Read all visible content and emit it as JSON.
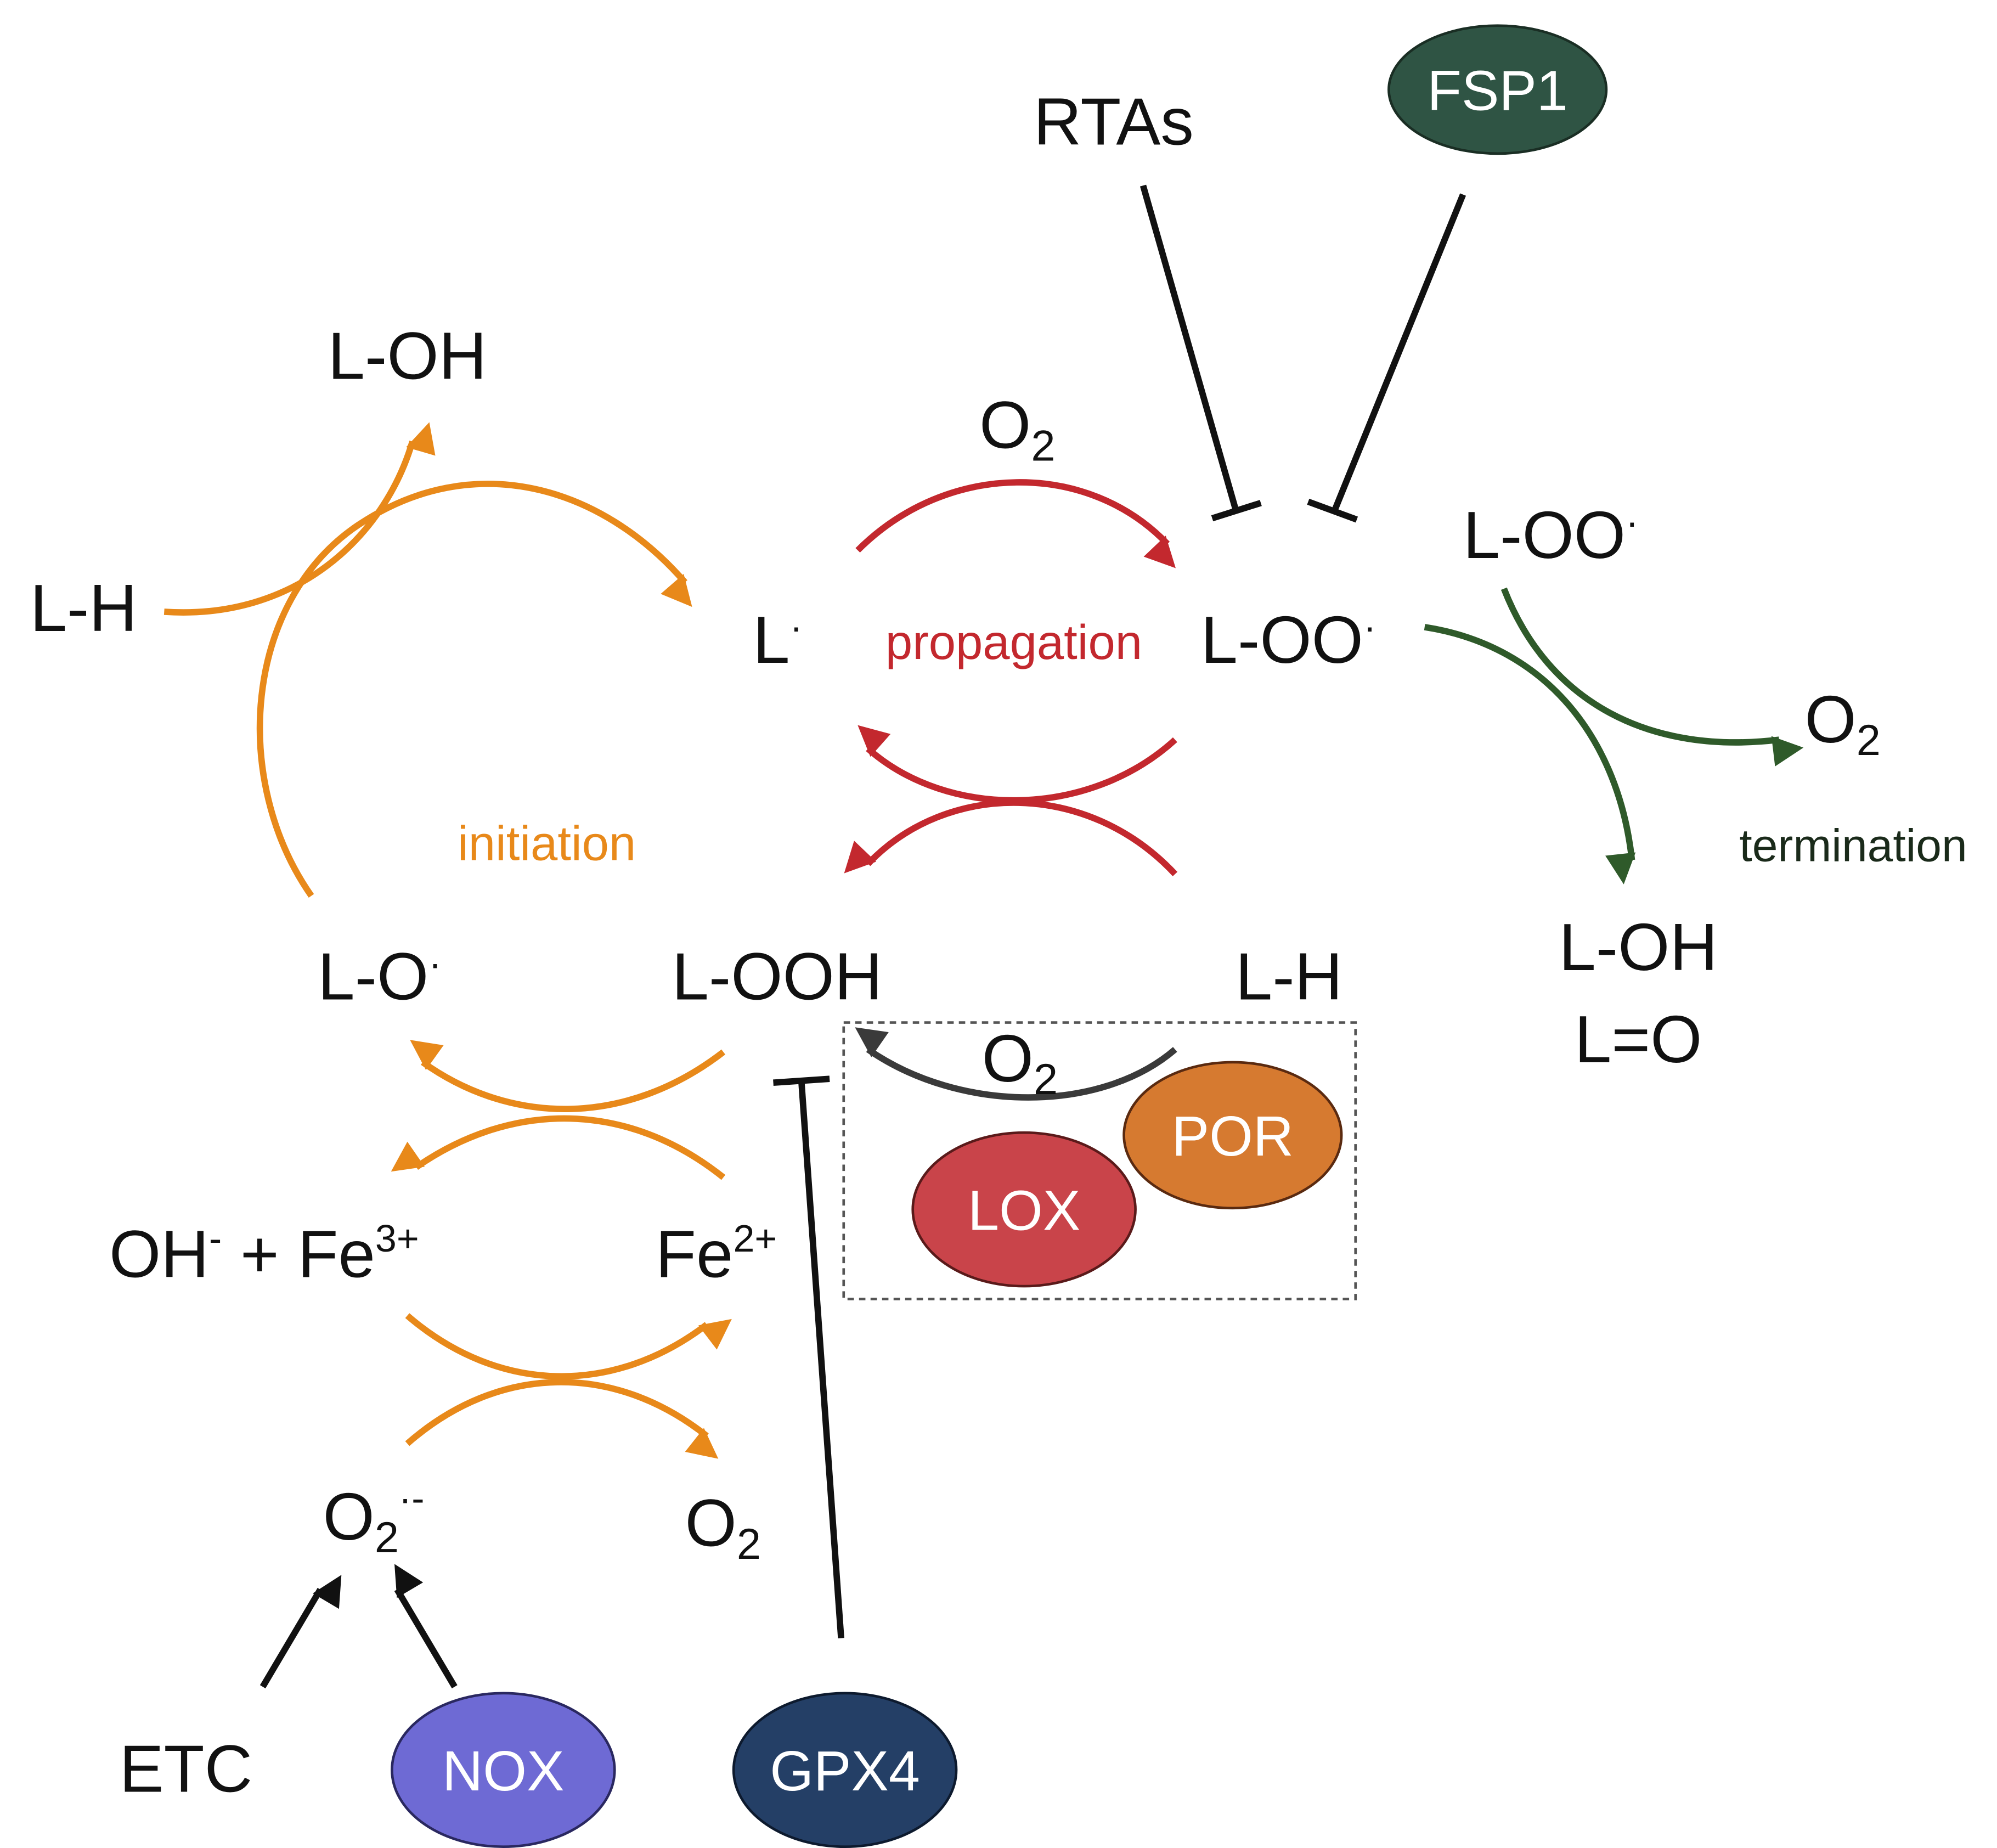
{
  "labels": {
    "rtas": "RTAs",
    "loh_top": "L-OH",
    "lh_left": "L-H",
    "l_radical": "L",
    "dot": "·",
    "propagation": "propagation",
    "loo_center": "L-OO",
    "loo_right": "L-OO",
    "o2_top": "O",
    "o2_right": "O",
    "termination": "termination",
    "loh_right": "L-OH",
    "lo_right": "L=O",
    "initiation": "initiation",
    "lo_radical": "L-O",
    "looh": "L-OOH",
    "lh_right": "L-H",
    "o2_mid": "O",
    "oh": "OH",
    "minus": "-",
    "plus": " + Fe",
    "fe3": "3+",
    "fe2": "Fe",
    "fe2_charge": "2+",
    "superoxide": "O",
    "superoxide_charge": "·-",
    "o2_bottom": "O",
    "two": "2",
    "etc": "ETC"
  },
  "enzymes": {
    "fsp1": {
      "label": "FSP1",
      "color": "#2f5444"
    },
    "por": {
      "label": "POR",
      "color": "#d67a30"
    },
    "lox": {
      "label": "LOX",
      "color": "#c9444a"
    },
    "nox": {
      "label": "NOX",
      "color": "#6e6ad4"
    },
    "gpx4": {
      "label": "GPX4",
      "color": "#243f66"
    }
  },
  "colors": {
    "initiation": "#e8891a",
    "propagation": "#c3282e",
    "termination": "#2f5a2a",
    "text": "#111111"
  }
}
